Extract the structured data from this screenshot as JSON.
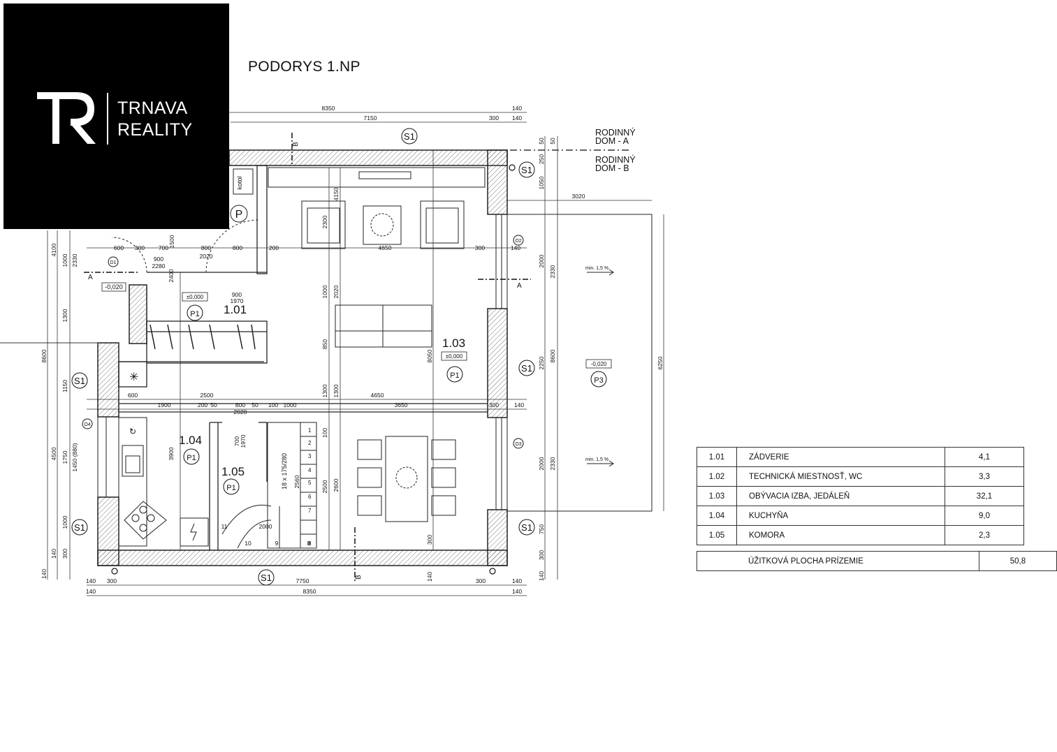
{
  "brand": {
    "line1": "TRNAVA",
    "line2": "REALITY"
  },
  "title": "PODORYS 1.NP",
  "neighbors": {
    "a": [
      "RODINNÝ",
      "DOM - A"
    ],
    "b": [
      "RODINNÝ",
      "DOM - B"
    ]
  },
  "rooms": [
    {
      "code": "1.01",
      "level": "±0,000",
      "floor": "P1"
    },
    {
      "code": "1.03",
      "level": "±0,000",
      "floor": "P1"
    },
    {
      "code": "1.04",
      "floor": "P1"
    },
    {
      "code": "1.05",
      "floor": "P1"
    },
    {
      "code": "",
      "level": "-0,020",
      "floor": "P3"
    }
  ],
  "misc_labels": {
    "boiler": "kotol",
    "parking": "P",
    "entry_level": "-0,020",
    "slope": "min. 1,5 %",
    "stairs": "18 x 175/280",
    "section_a": "A",
    "section_b": "B",
    "wall_type": "S1",
    "d1": "D1",
    "o2": "O2",
    "o3": "O3",
    "o4": "O4"
  },
  "dimensions": {
    "top": [
      "8350",
      "7150",
      "300",
      "140",
      "140"
    ],
    "bottom": [
      "140",
      "300",
      "7750",
      "300",
      "140",
      "140",
      "8350",
      "140"
    ],
    "left": [
      "4100",
      "8600",
      "4500",
      "1000",
      "2330",
      "1300",
      "1150",
      "1750",
      "1450 (880)",
      "1000",
      "300",
      "140",
      "140"
    ],
    "right": [
      "50",
      "50",
      "250",
      "1050",
      "3020",
      "2000",
      "2330",
      "8600",
      "2250",
      "2000",
      "2330",
      "750",
      "6250",
      "300",
      "140"
    ],
    "interior": [
      "600",
      "300",
      "700",
      "800",
      "800",
      "2020",
      "200",
      "4650",
      "300",
      "140",
      "900",
      "2280",
      "2400",
      "1500",
      "900",
      "1970",
      "2500",
      "4650",
      "1900",
      "200",
      "50",
      "800",
      "50",
      "100",
      "1000",
      "3650",
      "300",
      "140",
      "600",
      "2020",
      "700",
      "1970",
      "2560",
      "2000",
      "3900",
      "2600",
      "2500",
      "8050",
      "4150",
      "2300",
      "1000",
      "2020",
      "850",
      "1300",
      "1300",
      "100",
      "300",
      "140",
      "10",
      "9",
      "8",
      "11"
    ]
  },
  "area_table": {
    "rows": [
      {
        "code": "1.01",
        "name": "ZÁDVERIE",
        "area": "4,1"
      },
      {
        "code": "1.02",
        "name": "TECHNICKÁ MIESTNOSŤ, WC",
        "area": "3,3"
      },
      {
        "code": "1.03",
        "name": "OBÝVACIA IZBA, JEDÁLEŇ",
        "area": "32,1"
      },
      {
        "code": "1.04",
        "name": "KUCHYŇA",
        "area": "9,0"
      },
      {
        "code": "1.05",
        "name": "KOMORA",
        "area": "2,3"
      }
    ],
    "total": {
      "label": "ÚŽITKOVÁ PLOCHA PRÍZEMIE",
      "value": "50,8"
    }
  }
}
